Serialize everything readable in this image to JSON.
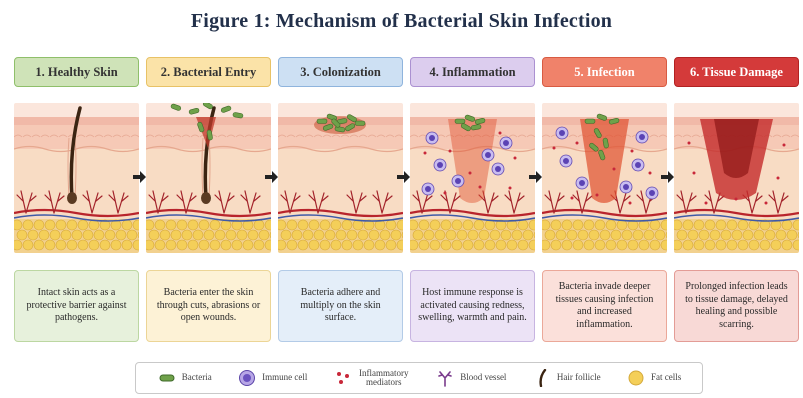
{
  "title": "Figure 1: Mechanism of Bacterial Skin Infection",
  "stages": [
    {
      "label": "1. Healthy Skin",
      "header_bg": "#cfe3b8",
      "header_border": "#8fbf6a",
      "desc": "Intact skin acts as a protective barrier against pathogens.",
      "desc_bg": "#e7f1dc",
      "desc_border": "#bcd7a2"
    },
    {
      "label": "2. Bacterial Entry",
      "header_bg": "#fbe3a8",
      "header_border": "#e8c266",
      "desc": "Bacteria enter the skin through cuts, abrasions or open wounds.",
      "desc_bg": "#fdf2d6",
      "desc_border": "#ecd596"
    },
    {
      "label": "3. Colonization",
      "header_bg": "#cde0f3",
      "header_border": "#8fb4dd",
      "desc": "Bacteria adhere and multiply on the skin surface.",
      "desc_bg": "#e4eef9",
      "desc_border": "#b3cbe7"
    },
    {
      "label": "4. Inflammation",
      "header_bg": "#dccdee",
      "header_border": "#ab91d1",
      "desc": "Host immune response is activated causing redness, swelling, warmth and pain.",
      "desc_bg": "#ece3f6",
      "desc_border": "#c7b4e1"
    },
    {
      "label": "5. Infection",
      "header_bg": "#f0826a",
      "header_border": "#d85b42",
      "desc": "Bacteria invade deeper tissues causing infection and increased inflammation.",
      "desc_bg": "#fbe0da",
      "desc_border": "#eba899"
    },
    {
      "label": "6. Tissue Damage",
      "header_bg": "#d43a3a",
      "header_border": "#b22222",
      "desc": "Prolonged infection leads to tissue damage, delayed healing and possible scarring.",
      "desc_bg": "#f8d9d6",
      "desc_border": "#e39c96"
    }
  ],
  "legend": [
    {
      "label": "Bacteria",
      "icon": "bacteria-icon"
    },
    {
      "label": "Immune cell",
      "icon": "immune-cell-icon"
    },
    {
      "label": "Inflammatory mediators",
      "icon": "inflammatory-mediators-icon"
    },
    {
      "label": "Blood vessel",
      "icon": "blood-vessel-icon"
    },
    {
      "label": "Hair follicle",
      "icon": "hair-follicle-icon"
    },
    {
      "label": "Fat cells",
      "icon": "fat-cells-icon"
    }
  ],
  "colors": {
    "title": "#22304a",
    "skin_surface": "#f1b9a8",
    "epidermis": "#f6c9b6",
    "dermis": "#f8dcc4",
    "fat": "#f4cf59",
    "vessel": "#b8242c",
    "bacteria": "#6fa14a",
    "immune_cell": "#7e64c4",
    "inflammation": "#e0502f",
    "arrow": "#222222"
  }
}
